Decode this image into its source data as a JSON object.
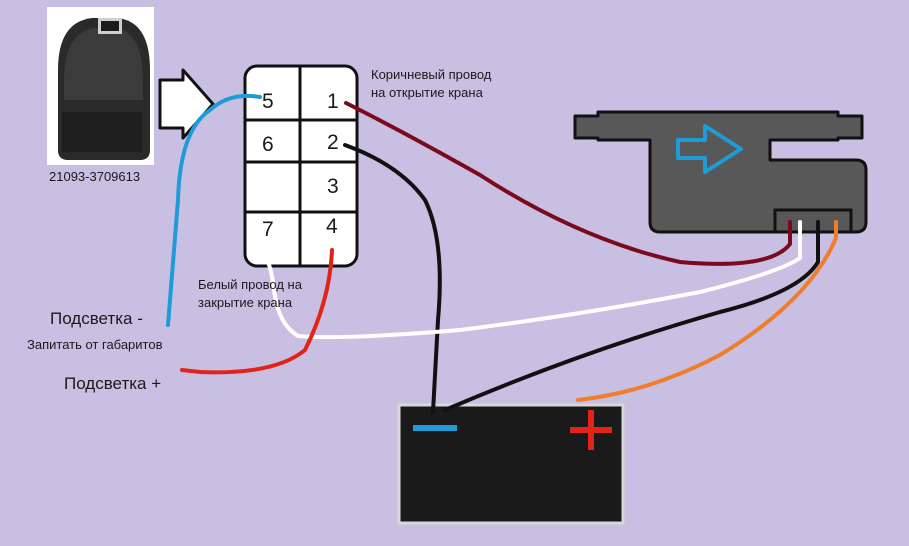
{
  "switch_part_number": "21093-3709613",
  "connector_pins": [
    "5",
    "1",
    "6",
    "2",
    "3",
    "7",
    "4"
  ],
  "label_brown_wire": [
    "Коричневый провод",
    "на открытие крана"
  ],
  "label_white_wire": [
    "Белый провод на",
    "закрытие крана"
  ],
  "label_backlight_minus": "Подсветка -",
  "label_feed": "Запитать от габаритов",
  "label_backlight_plus": "Подсветка +",
  "battery": {
    "minus_color": "#1f9bd7",
    "plus_color": "#e2231a"
  },
  "wire_colors": {
    "brown": "#7a0a1e",
    "black": "#111111",
    "white": "#ffffff",
    "red": "#e2231a",
    "blue": "#1f9bd7",
    "orange": "#ef7d2a"
  },
  "background": "#c8bfe3"
}
